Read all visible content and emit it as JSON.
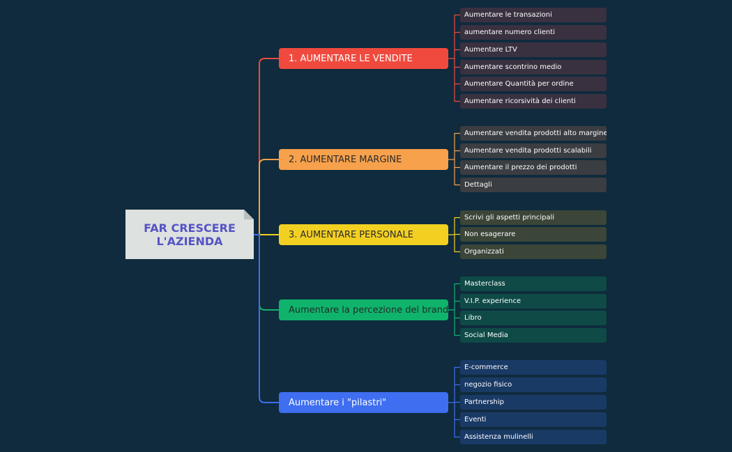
{
  "root": {
    "label": "FAR CRESCERE\nL'AZIENDA"
  },
  "colors": {
    "background": "#0f2b3d",
    "root_fill": "#dde1df",
    "root_text": "#5553c6"
  },
  "branches": [
    {
      "label": "1. AUMENTARE LE VENDITE",
      "color": "#f04a3e",
      "text_color": "#ffffff",
      "leaf_fill": "#3a3140",
      "children": [
        "Aumentare le transazioni",
        "aumentare numero clienti",
        "Aumentare LTV",
        "Aumentare scontrino medio",
        "Aumentare Quantità per ordine",
        "Aumentare ricorsività dei clienti"
      ]
    },
    {
      "label": "2. AUMENTARE MARGINE",
      "color": "#f7a14c",
      "text_color": "#2a2a2a",
      "leaf_fill": "#3a3d41",
      "children": [
        "Aumentare vendita prodotti alto margine",
        "Aumentare vendita prodotti scalabili",
        "Aumentare il prezzo dei prodotti",
        "Dettagli"
      ]
    },
    {
      "label": "3. AUMENTARE PERSONALE",
      "color": "#f2d022",
      "text_color": "#2a2a2a",
      "leaf_fill": "#3b4538",
      "children": [
        "Scrivi gli aspetti principali",
        "Non esagerare",
        "Organizzati"
      ]
    },
    {
      "label": "Aumentare la percezione del brand",
      "color": "#10b36c",
      "text_color": "#1f2b28",
      "leaf_fill": "#0f4a47",
      "children": [
        "Masterclass",
        "V.I.P. experience",
        "Libro",
        "Social Media"
      ]
    },
    {
      "label": "Aumentare i \"pilastri\"",
      "color": "#3f6ef0",
      "text_color": "#ffffff",
      "leaf_fill": "#1a3a66",
      "children": [
        "E-commerce",
        "negozio fisico",
        "Partnership",
        "Eventi",
        "Assistenza mulinelli"
      ]
    }
  ]
}
